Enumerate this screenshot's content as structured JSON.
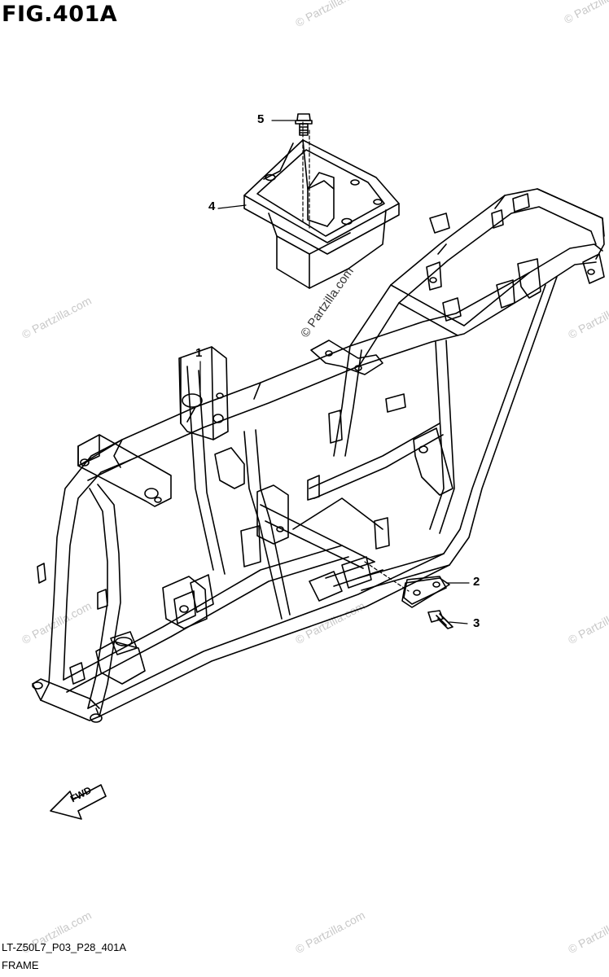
{
  "figure": {
    "title": "FIG.401A",
    "code": "LT-Z50L7_P03_P28_401A",
    "caption": "FRAME"
  },
  "callouts": [
    {
      "number": "1",
      "part": "frame"
    },
    {
      "number": "2",
      "part": "plate"
    },
    {
      "number": "3",
      "part": "bolt"
    },
    {
      "number": "4",
      "part": "battery-box"
    },
    {
      "number": "5",
      "part": "bolt"
    }
  ],
  "fwd_arrow": {
    "label": "FWD"
  },
  "watermark": {
    "text": "© Partzilla.com",
    "center_text": "© Partzilla.com"
  }
}
